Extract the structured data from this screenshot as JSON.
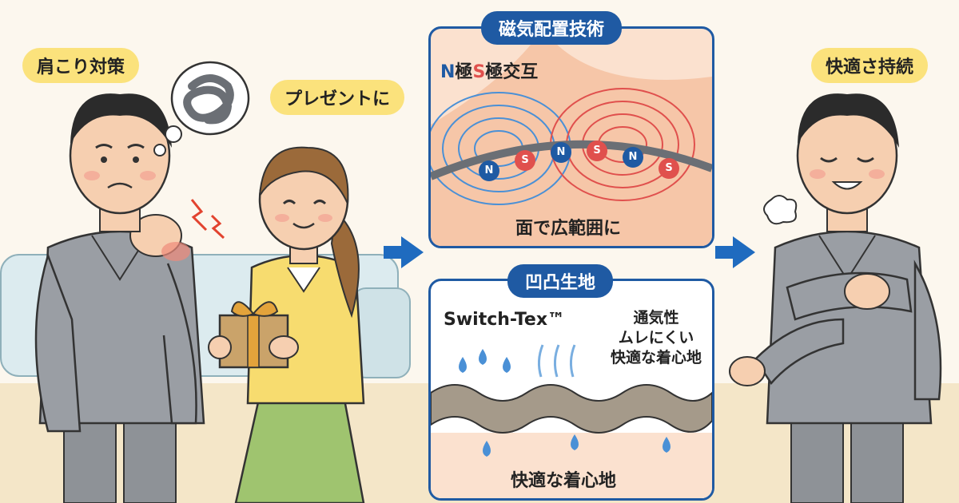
{
  "labels": {
    "shoulder": "肩こり対策",
    "present": "プレゼントに",
    "comfort_last": "快適さ持続"
  },
  "panel_magnet": {
    "title": "磁気配置技術",
    "caption_n": "N",
    "caption_mid": "極",
    "caption_s": "S",
    "caption_rest": "極交互",
    "footer": "面で広範囲に",
    "magnets": [
      "N",
      "S",
      "N",
      "S",
      "N",
      "S"
    ]
  },
  "panel_fabric": {
    "title": "凹凸生地",
    "brand": "Switch-Tex™",
    "benefits": [
      "通気性",
      "ムレにくい",
      "快適な着心地"
    ],
    "footer": "快適な着心地"
  },
  "colors": {
    "accent_blue": "#1f5aa3",
    "pill_yellow": "#fbe27c",
    "field_blue": "#4a90d6",
    "field_red": "#e0504d"
  }
}
